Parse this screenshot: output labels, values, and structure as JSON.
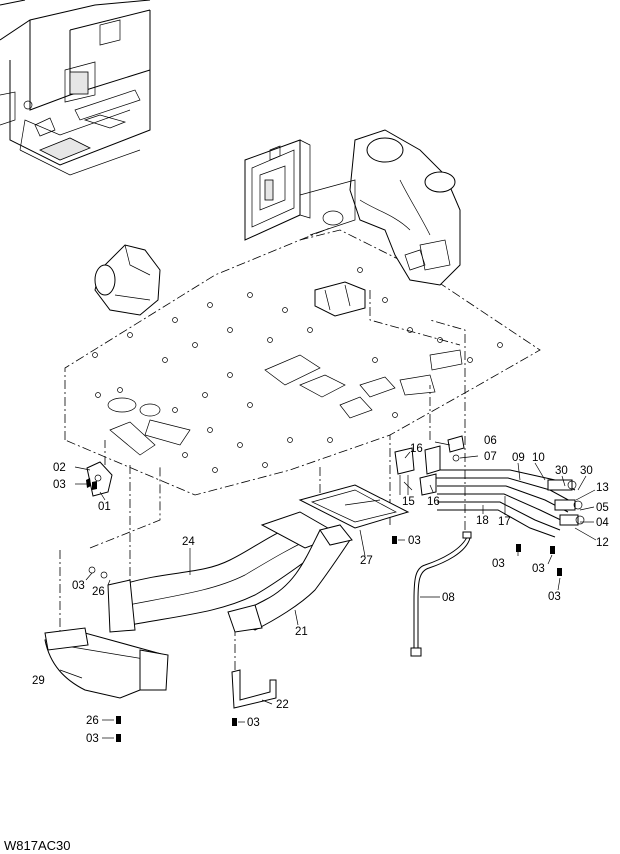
{
  "drawing_code": "W817AC30",
  "callouts": [
    {
      "id": "c01",
      "text": "01"
    },
    {
      "id": "c02",
      "text": "02"
    },
    {
      "id": "c03a",
      "text": "03"
    },
    {
      "id": "c03b",
      "text": "03"
    },
    {
      "id": "c03c",
      "text": "03"
    },
    {
      "id": "c03d",
      "text": "03"
    },
    {
      "id": "c03e",
      "text": "03"
    },
    {
      "id": "c03f",
      "text": "03"
    },
    {
      "id": "c03g",
      "text": "03"
    },
    {
      "id": "c03h",
      "text": "03"
    },
    {
      "id": "c04",
      "text": "04"
    },
    {
      "id": "c05",
      "text": "05"
    },
    {
      "id": "c06",
      "text": "06"
    },
    {
      "id": "c07",
      "text": "07"
    },
    {
      "id": "c08",
      "text": "08"
    },
    {
      "id": "c09",
      "text": "09"
    },
    {
      "id": "c10",
      "text": "10"
    },
    {
      "id": "c12",
      "text": "12"
    },
    {
      "id": "c13",
      "text": "13"
    },
    {
      "id": "c15",
      "text": "15"
    },
    {
      "id": "c16a",
      "text": "16"
    },
    {
      "id": "c16b",
      "text": "16"
    },
    {
      "id": "c17",
      "text": "17"
    },
    {
      "id": "c18",
      "text": "18"
    },
    {
      "id": "c21",
      "text": "21"
    },
    {
      "id": "c22",
      "text": "22"
    },
    {
      "id": "c24",
      "text": "24"
    },
    {
      "id": "c26a",
      "text": "26"
    },
    {
      "id": "c26b",
      "text": "26"
    },
    {
      "id": "c27",
      "text": "27"
    },
    {
      "id": "c29",
      "text": "29"
    },
    {
      "id": "c30a",
      "text": "30"
    },
    {
      "id": "c30b",
      "text": "30"
    }
  ]
}
